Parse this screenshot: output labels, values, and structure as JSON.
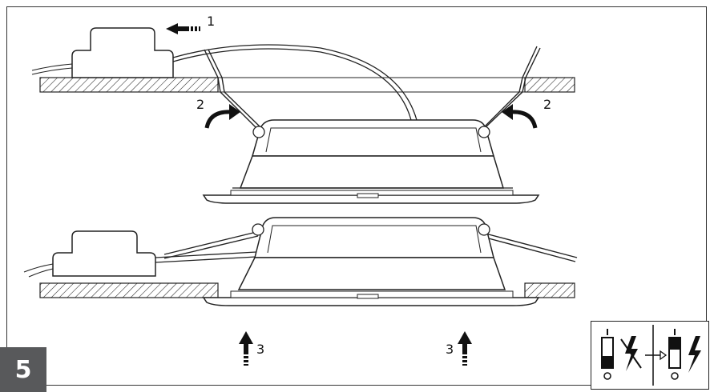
{
  "step": {
    "number": "5"
  },
  "callouts": {
    "label_1": "1",
    "label_2": "2",
    "label_3": "3"
  },
  "icons": {
    "legend_left": "power-off-icon",
    "legend_right": "power-on-icon"
  }
}
